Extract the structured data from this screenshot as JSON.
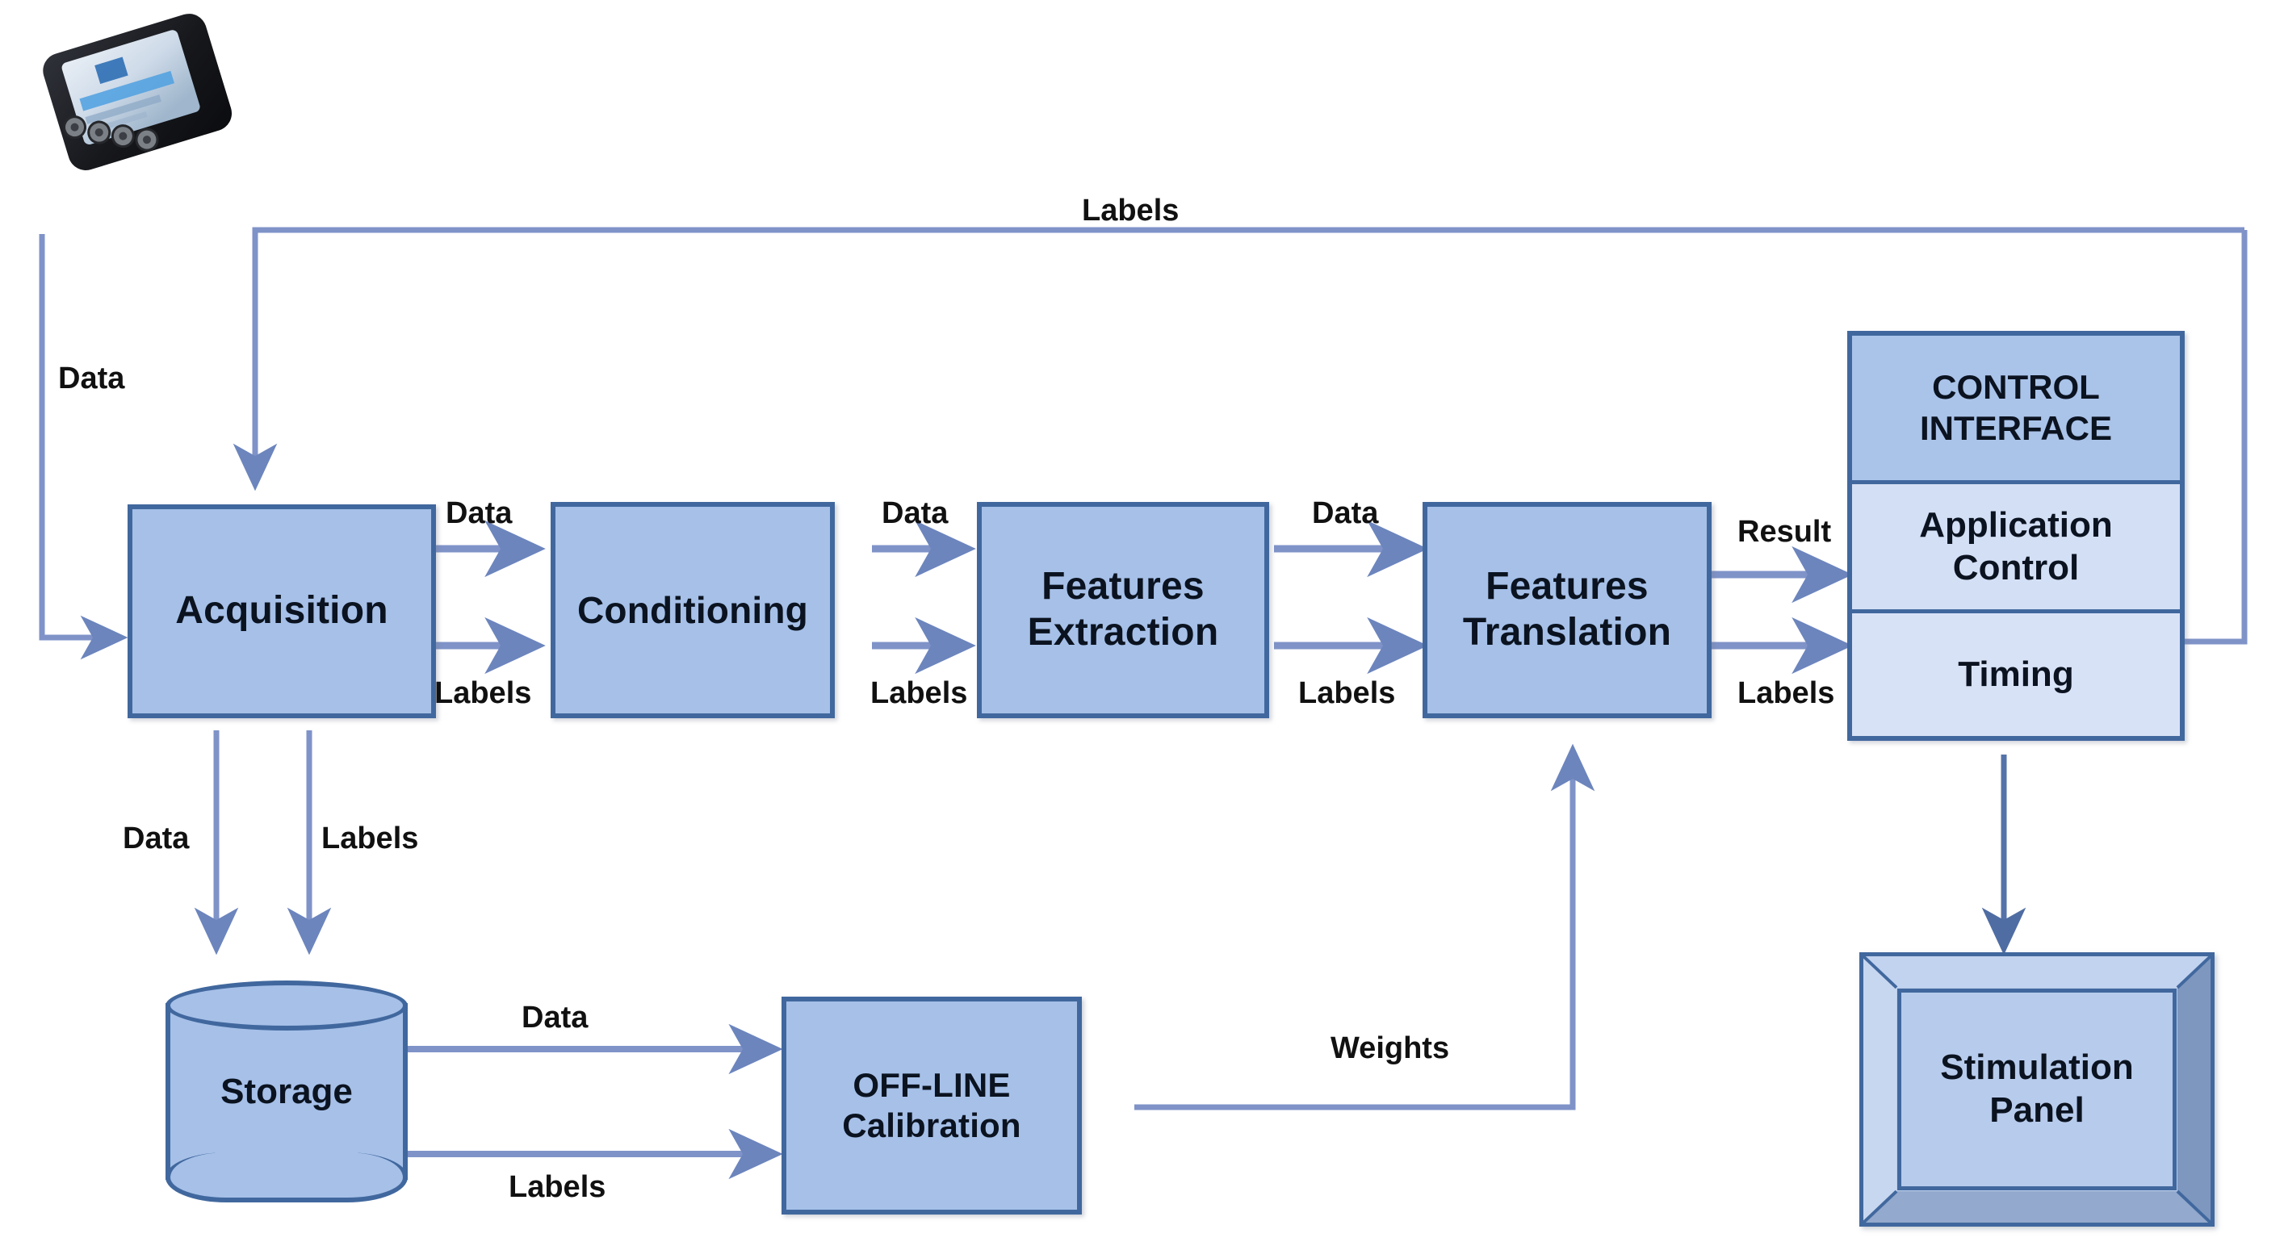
{
  "diagram": {
    "title": "BCI signal processing pipeline block diagram",
    "colors": {
      "box_fill": "#a6c0e8",
      "box_fill_light": "#d3dff5",
      "box_border": "#41689e",
      "arrow": "#7f93c8",
      "arrow_dark": "#5573a8",
      "text": "#0b1320",
      "background": "#ffffff"
    }
  },
  "nodes": {
    "device": {
      "name": "acquisition-device-photo",
      "label": ""
    },
    "acquisition": {
      "label": "Acquisition"
    },
    "conditioning": {
      "label": "Conditioning"
    },
    "features_extraction": {
      "label": "Features\nExtraction"
    },
    "features_translation": {
      "label": "Features\nTranslation"
    },
    "control_interface": {
      "header": "CONTROL\nINTERFACE",
      "rows": [
        {
          "label": "Application\nControl"
        },
        {
          "label": "Timing"
        }
      ]
    },
    "storage": {
      "label": "Storage"
    },
    "offline_calibration": {
      "label": "OFF-LINE\nCalibration"
    },
    "stimulation_panel": {
      "label": "Stimulation\nPanel"
    }
  },
  "edges": [
    {
      "id": "device-to-acquisition",
      "label": "Data",
      "from": "device",
      "to": "acquisition"
    },
    {
      "id": "feedback-labels-to-acquisition",
      "label": "Labels",
      "from": "control-interface",
      "to": "acquisition"
    },
    {
      "id": "acquisition-to-conditioning-data",
      "label": "Data",
      "from": "acquisition",
      "to": "conditioning"
    },
    {
      "id": "acquisition-to-conditioning-labels",
      "label": "Labels",
      "from": "acquisition",
      "to": "conditioning"
    },
    {
      "id": "conditioning-to-extraction-data",
      "label": "Data",
      "from": "conditioning",
      "to": "features-extraction"
    },
    {
      "id": "conditioning-to-extraction-labels",
      "label": "Labels",
      "from": "conditioning",
      "to": "features-extraction"
    },
    {
      "id": "extraction-to-translation-data",
      "label": "Data",
      "from": "features-extraction",
      "to": "features-translation"
    },
    {
      "id": "extraction-to-translation-labels",
      "label": "Labels",
      "from": "features-extraction",
      "to": "features-translation"
    },
    {
      "id": "translation-to-control-result",
      "label": "Result",
      "from": "features-translation",
      "to": "control-interface"
    },
    {
      "id": "translation-to-control-labels",
      "label": "Labels",
      "from": "features-translation",
      "to": "control-interface"
    },
    {
      "id": "acquisition-to-storage-data",
      "label": "Data",
      "from": "acquisition",
      "to": "storage"
    },
    {
      "id": "acquisition-to-storage-labels",
      "label": "Labels",
      "from": "acquisition",
      "to": "storage"
    },
    {
      "id": "storage-to-calibration-data",
      "label": "Data",
      "from": "storage",
      "to": "offline-calibration"
    },
    {
      "id": "storage-to-calibration-labels",
      "label": "Labels",
      "from": "storage",
      "to": "offline-calibration"
    },
    {
      "id": "calibration-to-translation-weights",
      "label": "Weights",
      "from": "offline-calibration",
      "to": "features-translation"
    },
    {
      "id": "control-to-stimulation",
      "label": "",
      "from": "control-interface",
      "to": "stimulation-panel"
    }
  ],
  "edge_labels": {
    "data": "Data",
    "labels": "Labels",
    "result": "Result",
    "weights": "Weights"
  }
}
